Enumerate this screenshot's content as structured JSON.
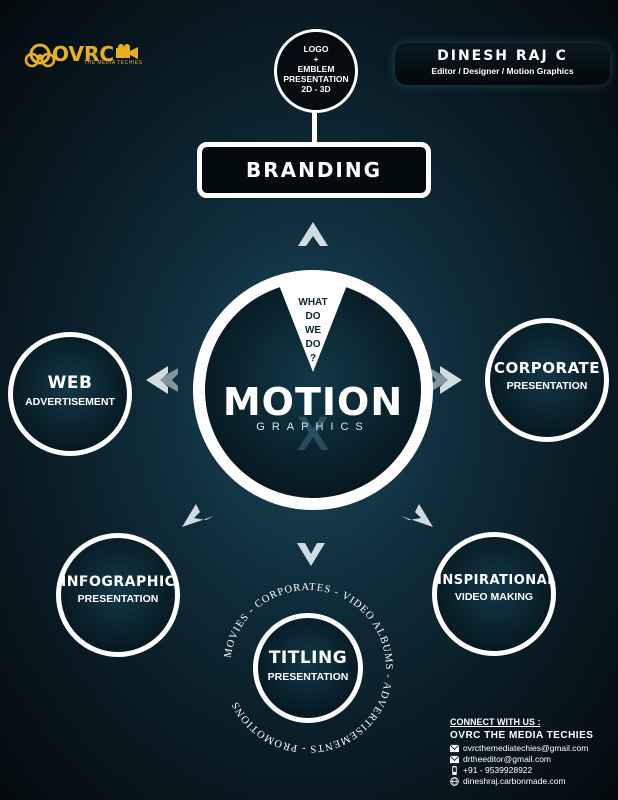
{
  "logo": {
    "letters": "OVRC",
    "tagline": "THE MEDIA TECHIES"
  },
  "header": {
    "name": "DINESH RAJ C",
    "role": "Editor / Designer / Motion Graphics"
  },
  "top_circle": {
    "lines": [
      "LOGO",
      "+",
      "EMBLEM",
      "PRESENTATION",
      "2D - 3D"
    ]
  },
  "branding": {
    "label": "BRANDING"
  },
  "center": {
    "question_lines": [
      "WHAT",
      "DO",
      "WE",
      "DO",
      "?"
    ],
    "title": "MOTION",
    "subtitle": "GRAPHICS"
  },
  "nodes": {
    "web": {
      "main": "WEB",
      "sub": "ADVERTISEMENT"
    },
    "corporate": {
      "main": "CORPORATE",
      "sub": "PRESENTATION"
    },
    "infographic": {
      "main": "INFOGRAPHIC",
      "sub": "PRESENTATION"
    },
    "inspirational": {
      "main": "INSPIRATIONAL",
      "sub": "VIDEO MAKING"
    },
    "titling": {
      "main": "TITLING",
      "sub": "PRESENTATION"
    }
  },
  "ring_text": "MOVIES - CORPORATES - VIDEO ALBUMS - ADVERTISEMENTS - PROMOTIONS",
  "contact": {
    "heading": "CONNECT WITH US :",
    "org": "OVRC THE MEDIA TECHIES",
    "email1": "ovrcthemediatechies@gmail.com",
    "email2": "drtheeditor@gmail.com",
    "phone": "+91 - 9539928922",
    "website": "dineshraj.carbonmade.com"
  },
  "colors": {
    "background": "#0f2c3a",
    "accent": "#ffffff",
    "logo": "#e8b020"
  },
  "icons": [
    "biohazard-icon",
    "film-camera-icon",
    "mail-icon",
    "phone-icon",
    "globe-icon",
    "arrow-icon"
  ]
}
